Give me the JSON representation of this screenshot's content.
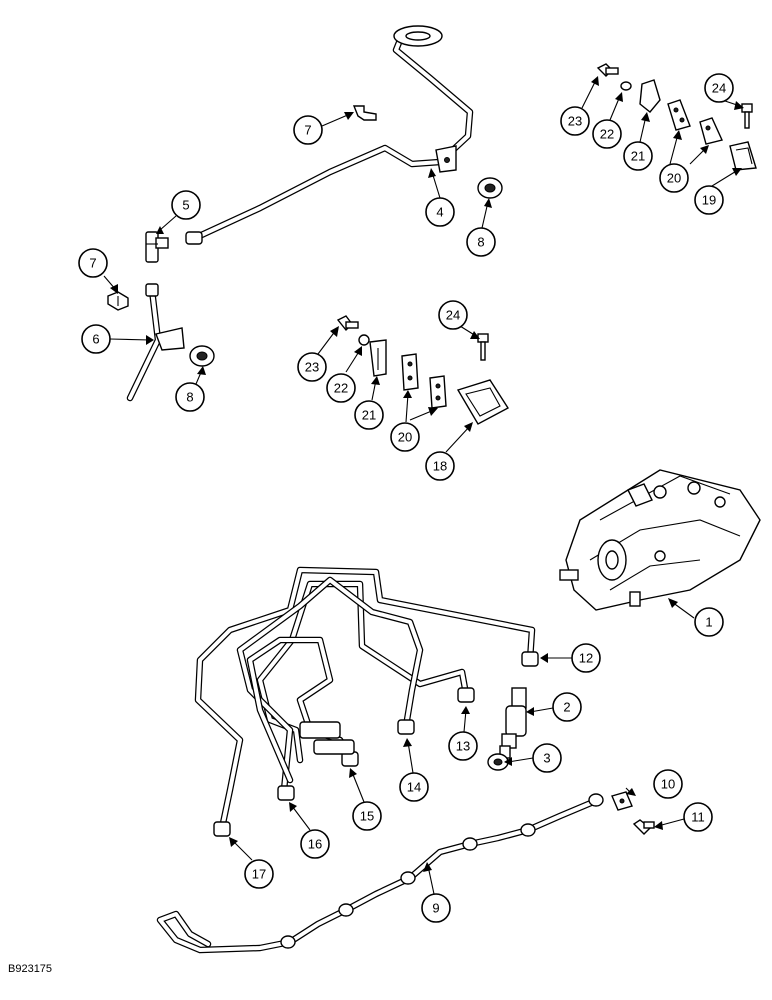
{
  "figure_id": "B923175",
  "callouts": [
    {
      "label": "1"
    },
    {
      "label": "2"
    },
    {
      "label": "3"
    },
    {
      "label": "4"
    },
    {
      "label": "5"
    },
    {
      "label": "6"
    },
    {
      "label": "7"
    },
    {
      "label": "7"
    },
    {
      "label": "8"
    },
    {
      "label": "8"
    },
    {
      "label": "9"
    },
    {
      "label": "10"
    },
    {
      "label": "11"
    },
    {
      "label": "12"
    },
    {
      "label": "13"
    },
    {
      "label": "14"
    },
    {
      "label": "15"
    },
    {
      "label": "16"
    },
    {
      "label": "17"
    },
    {
      "label": "18"
    },
    {
      "label": "19"
    },
    {
      "label": "20"
    },
    {
      "label": "20"
    },
    {
      "label": "21"
    },
    {
      "label": "21"
    },
    {
      "label": "22"
    },
    {
      "label": "22"
    },
    {
      "label": "23"
    },
    {
      "label": "23"
    },
    {
      "label": "24"
    },
    {
      "label": "24"
    }
  ]
}
